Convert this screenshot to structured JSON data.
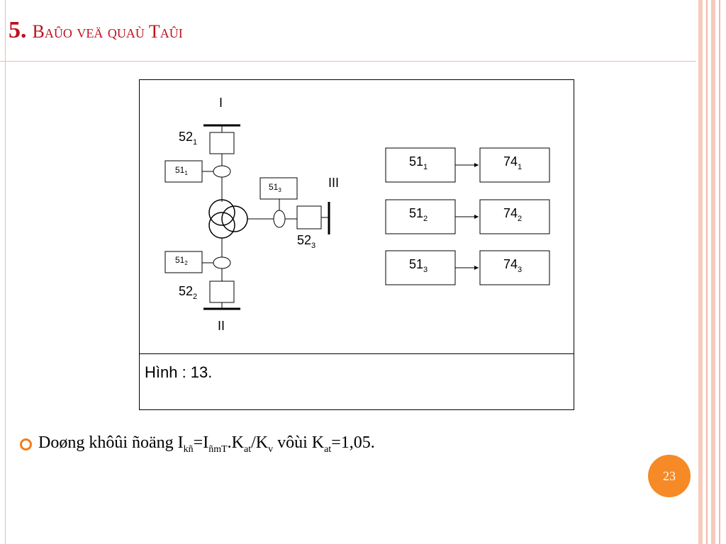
{
  "slide": {
    "title_number": "5.",
    "title_text": "Baûo veä quaù Taûi",
    "page_number": "23"
  },
  "figure": {
    "caption": "Hình : 13.",
    "bus_labels": {
      "bus1": "I",
      "bus2": "II",
      "bus3": "III"
    },
    "breakers": {
      "b1": {
        "base": "52",
        "sub": "1"
      },
      "b2": {
        "base": "52",
        "sub": "2"
      },
      "b3": {
        "base": "52",
        "sub": "3"
      }
    },
    "relays_on_diagram": {
      "r1": {
        "base": "51",
        "sub": "1"
      },
      "r2": {
        "base": "51",
        "sub": "2"
      },
      "r3": {
        "base": "51",
        "sub": "3"
      }
    },
    "logic_rows": [
      {
        "from_base": "51",
        "from_sub": "1",
        "to_base": "74",
        "to_sub": "1"
      },
      {
        "from_base": "51",
        "from_sub": "2",
        "to_base": "74",
        "to_sub": "2"
      },
      {
        "from_base": "51",
        "from_sub": "3",
        "to_base": "74",
        "to_sub": "3"
      }
    ]
  },
  "bullet": {
    "p1": "Doøng khôûi ñoäng I",
    "s1": "kñ",
    "p2": "=I",
    "s2": "ñmT",
    "p3": ".K",
    "s3": "at",
    "p4": "/K",
    "s4": "v",
    "p5": " vôùi K",
    "s5": "at",
    "p6": "=1,05."
  },
  "colors": {
    "title": "#c0101e",
    "accent": "#f58a27",
    "border_line": "#f3b9a5"
  }
}
